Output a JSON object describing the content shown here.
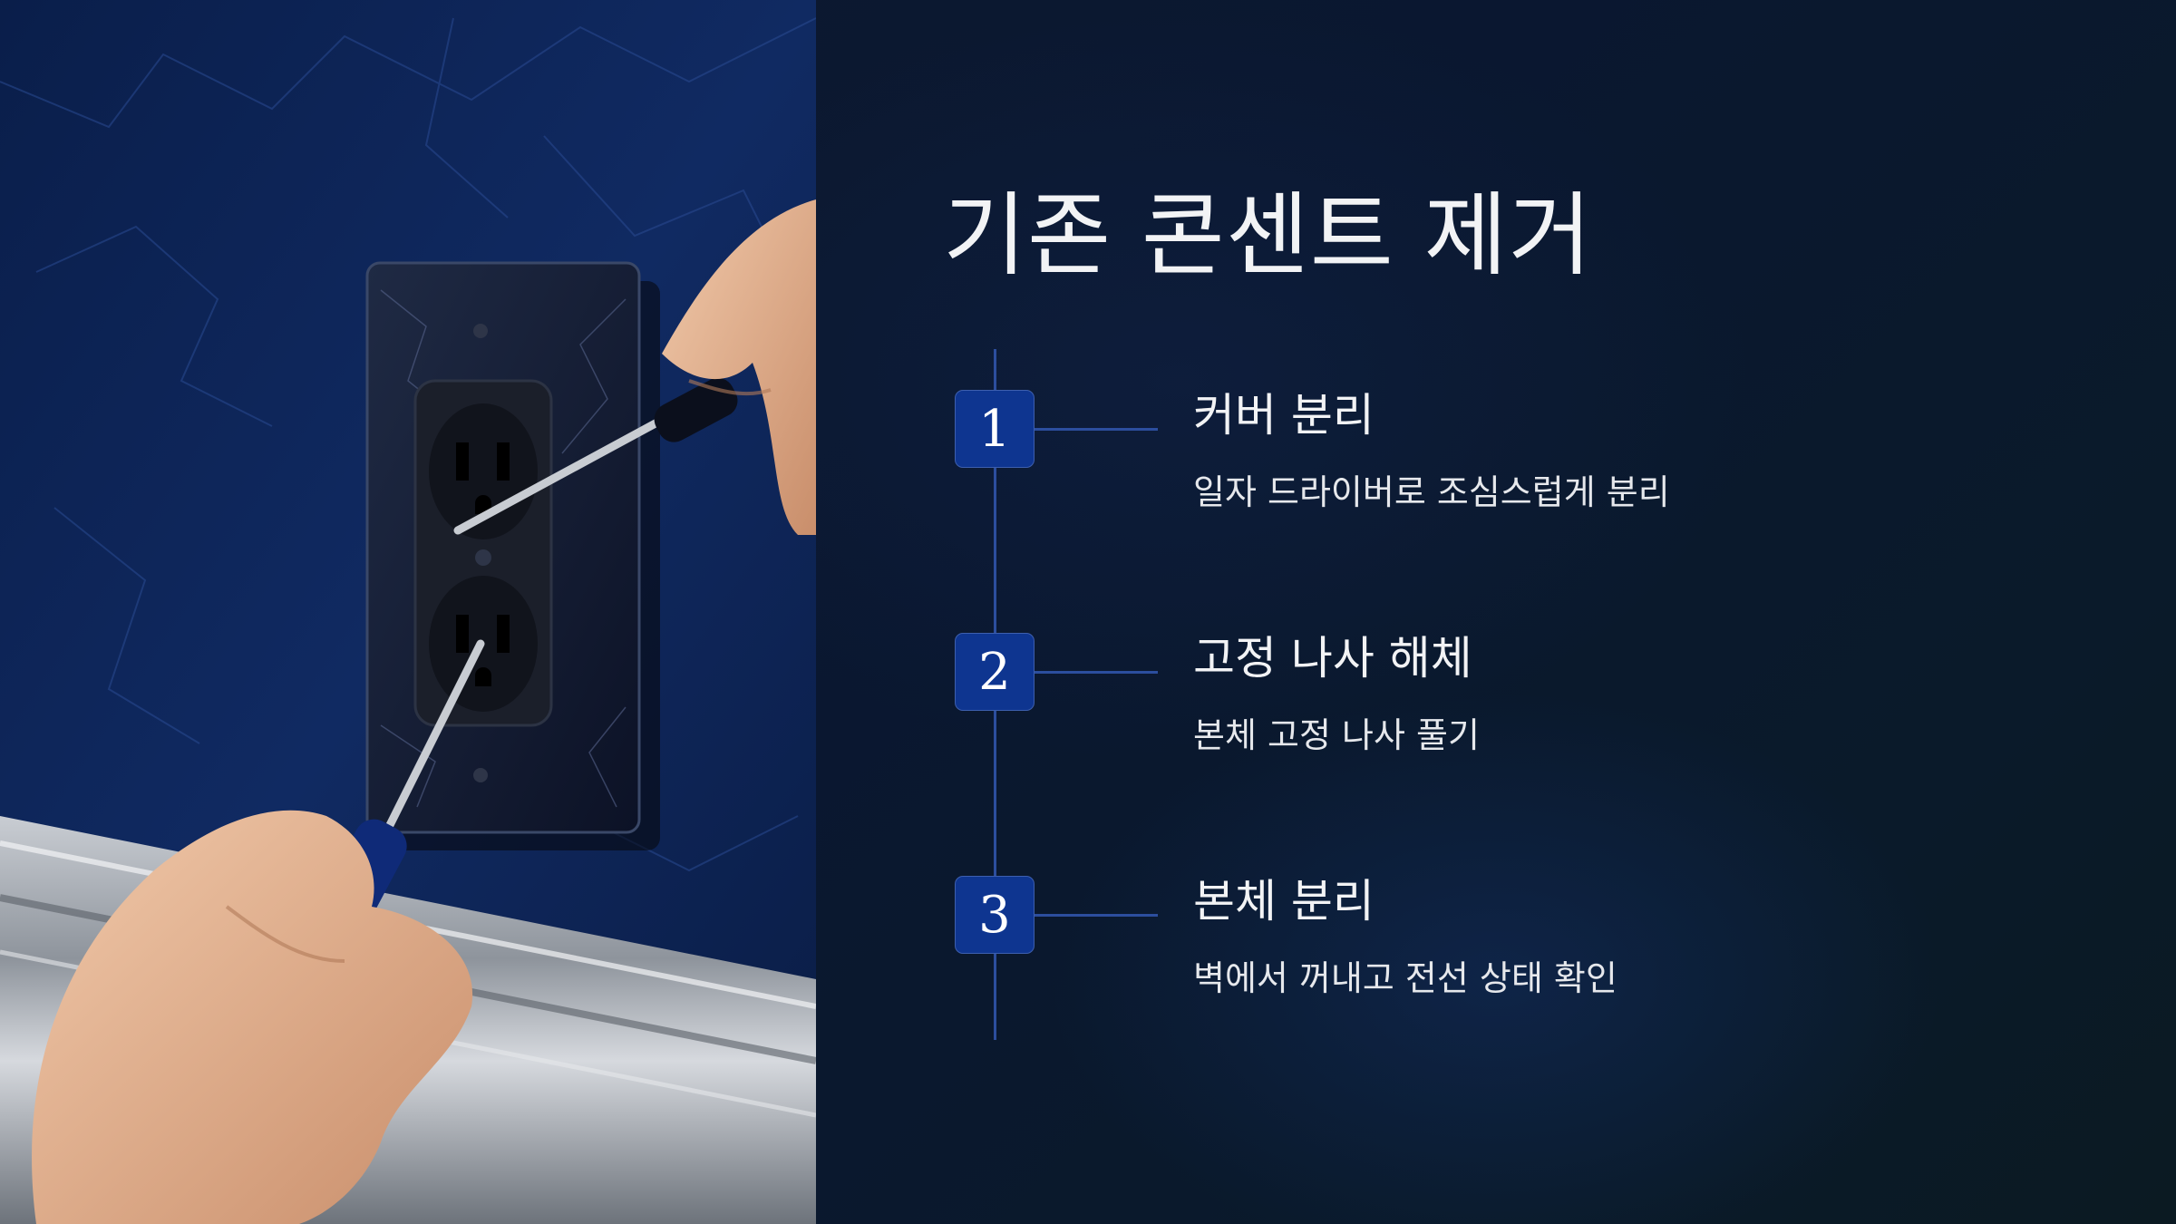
{
  "slide": {
    "title": "기존 콘센트 제거",
    "steps": [
      {
        "number": "1",
        "title": "커버 분리",
        "description": "일자 드라이버로 조심스럽게 분리"
      },
      {
        "number": "2",
        "title": "고정 나사 해체",
        "description": "본체 고정 나사 풀기"
      },
      {
        "number": "3",
        "title": "본체 분리",
        "description": "벽에서 꺼내고 전선 상태 확인"
      }
    ]
  },
  "colors": {
    "background": "#0a1730",
    "badge": "#0e3590",
    "timeline": "#2c4e9e",
    "text": "#f2f3f5"
  },
  "image": {
    "subject": "hands-using-screwdrivers-on-wall-outlet"
  }
}
